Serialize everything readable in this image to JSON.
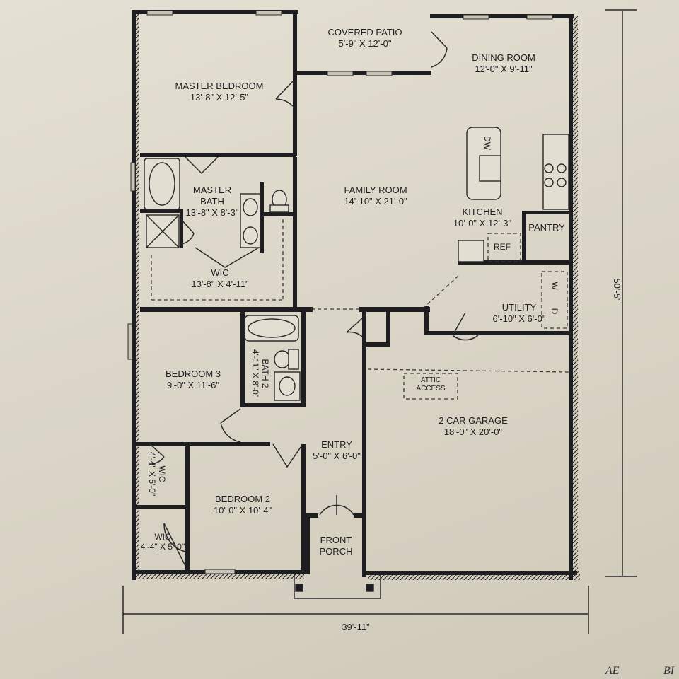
{
  "rooms": {
    "covered_patio": {
      "name": "COVERED PATIO",
      "dim": "5'-9\" X 12'-0\""
    },
    "dining_room": {
      "name": "DINING ROOM",
      "dim": "12'-0\" X 9'-11\""
    },
    "master_bedroom": {
      "name": "MASTER BEDROOM",
      "dim": "13'-8\" X 12'-5\""
    },
    "master_bath": {
      "name": "MASTER BATH",
      "name_line1": "MASTER",
      "name_line2": "BATH",
      "dim": "13'-8\" X 8'-3\""
    },
    "family_room": {
      "name": "FAMILY ROOM",
      "dim": "14'-10\" X 21'-0\""
    },
    "kitchen": {
      "name": "KITCHEN",
      "dim": "10'-0\" X 12'-3\""
    },
    "pantry": {
      "name": "PANTRY"
    },
    "wic_master": {
      "name": "WIC",
      "dim": "13'-8\" X 4'-11\""
    },
    "utility": {
      "name": "UTILITY",
      "dim": "6'-10\" X 6'-0\""
    },
    "bath2": {
      "name": "BATH 2",
      "dim": "4'-11\" X 8'-0\""
    },
    "bedroom3": {
      "name": "BEDROOM 3",
      "dim": "9'-0\" X 11'-6\""
    },
    "attic_access": {
      "line1": "ATTIC",
      "line2": "ACCESS"
    },
    "garage": {
      "name": "2 CAR GARAGE",
      "dim": "18'-0\" X 20'-0\""
    },
    "entry": {
      "name": "ENTRY",
      "dim": "5'-0\" X 6'-0\""
    },
    "wic_b3": {
      "name": "WIC",
      "dim": "4'-4\" X 5'-0\""
    },
    "bedroom2": {
      "name": "BEDROOM 2",
      "dim": "10'-0\" X 10'-4\""
    },
    "wic_b2": {
      "name": "WIC",
      "dim": "4'-4\" X 5'-0\""
    },
    "front_porch": {
      "name_line1": "FRONT",
      "name_line2": "PORCH"
    }
  },
  "fixtures": {
    "dishwasher": "DW",
    "refrigerator": "REF",
    "washer": "W",
    "dryer": "D"
  },
  "dimensions": {
    "overall_width": "39'-11\"",
    "overall_depth": "50'-5\""
  },
  "corner_text": {
    "left": "AE",
    "right": "BI"
  }
}
